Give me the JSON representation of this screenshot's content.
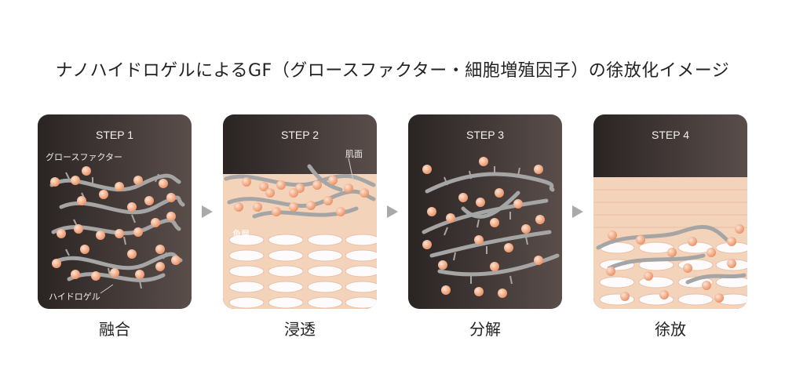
{
  "title": "ナノハイドロゲルによるGF（グロースファクター・細胞増殖因子）の徐放化イメージ",
  "steps": [
    {
      "label": "STEP 1",
      "caption": "融合"
    },
    {
      "label": "STEP 2",
      "caption": "浸透"
    },
    {
      "label": "STEP 3",
      "caption": "分解"
    },
    {
      "label": "STEP 4",
      "caption": "徐放"
    }
  ],
  "annotations": {
    "growth_factor": "グロースファクター",
    "hydrogel": "ハイドロゲル",
    "skin_surface": "肌面",
    "epidermis": "角層"
  },
  "colors": {
    "panel_dark": "#3a3030",
    "skin": "#f6d9c3",
    "cell": "#fdf7fb",
    "particle": "#f1a57d",
    "fiber": "#9a9a9a",
    "arrow": "#a9a9a9"
  }
}
